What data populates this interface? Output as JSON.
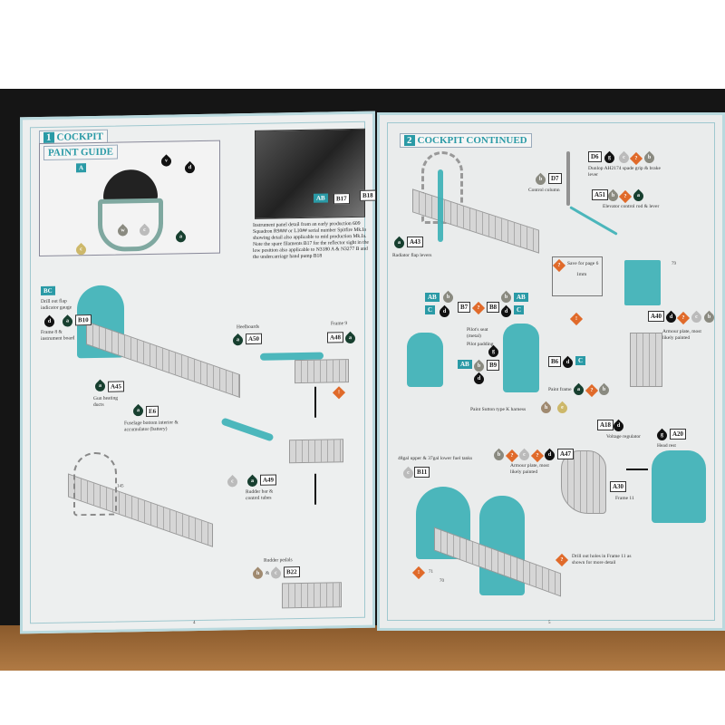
{
  "left_page": {
    "section_number": "1",
    "section_title": "COCKPIT",
    "paint_guide": "PAINT GUIDE",
    "panel_tag": "A",
    "photo_tags": {
      "ab": "AB",
      "b17": "B17",
      "b18": "B18"
    },
    "caption": "Instrument panel detail from an early production 609 Squadron R9### or L10## serial number Spitfire Mk.Ia showing detail also applicable to mid production Mk.Ia. Note the spare filaments B17 for the reflector sight in the low position also applicable to N3180 A & N3277 B and the undercarriage hand pump B18",
    "callouts": [
      {
        "tag": "BC",
        "label": "Drill out flap indicator gauge"
      },
      {
        "tag": "B10",
        "label": "Frame 8 & instrument board"
      },
      {
        "tag": "A45",
        "label": "Gun heating ducts"
      },
      {
        "tag": "E6",
        "label": "Fuselage bottom interior & accumulator (battery)"
      },
      {
        "tag": "A50",
        "label": "Heelboards"
      },
      {
        "tag": "A48",
        "label": "Frame 9"
      },
      {
        "tag": "A49",
        "label": "Rudder bar & control tubes"
      },
      {
        "tag": "B22",
        "label": "Rudder pedals"
      }
    ],
    "amp": "&",
    "part_ref": "145",
    "page_number": "4"
  },
  "right_page": {
    "section_number": "2",
    "section_title": "COCKPIT CONTINUED",
    "callouts": [
      {
        "tag": "D6",
        "label": "Dunlop AH2174 spade grip & brake lever"
      },
      {
        "tag": "D7",
        "label": "Control column"
      },
      {
        "tag": "A51",
        "label": "Elevator control rod & lever"
      },
      {
        "tag": "A43",
        "label": "Radiator flap levers"
      },
      {
        "tag": "A40",
        "label": "Armour plate, most likely painted"
      },
      {
        "tag": "B7",
        "label": "Pilot's seat (metal)"
      },
      {
        "tag": "B8",
        "label": "Pilot padding"
      },
      {
        "tag": "B9",
        "label": ""
      },
      {
        "tag": "B6",
        "label": "Paint frame"
      },
      {
        "tag": "A18",
        "label": "Voltage regulator"
      },
      {
        "tag": "A20",
        "label": "Head rest"
      },
      {
        "tag": "A47",
        "label": "Armour plate, most likely painted"
      },
      {
        "tag": "A30",
        "label": "Frame 11"
      },
      {
        "tag": "B11",
        "label": "48gal upper & 37gal lower fuel tanks"
      }
    ],
    "save_note": "Save for page 6",
    "size_note": "1mm",
    "harness": "Paint Sutton type K harness",
    "drill_note": "Drill out holes in Frame 11 as shown for more detail",
    "refs": [
      "79",
      "71",
      "70"
    ],
    "tags": {
      "ab": "AB",
      "c": "C"
    },
    "page_number": "5"
  },
  "colors": {
    "accent": "#2a9aa6",
    "warning": "#e06a2a",
    "border": "#b9d9de"
  }
}
